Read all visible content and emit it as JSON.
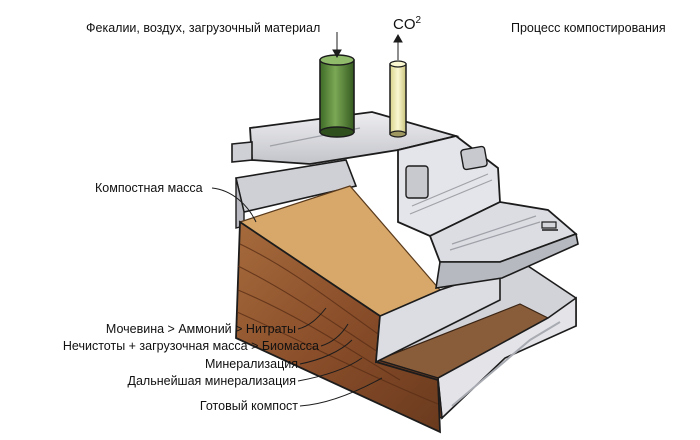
{
  "labels": {
    "input": "Фекалии, воздух, загрузочный материал",
    "co2_base": "CO",
    "co2_sup": "2",
    "process_title": "Процесс компостирования",
    "compost_mass": "Компостная масса",
    "urea": "Мочевина > Аммоний > Нитраты",
    "impurities": "Нечистоты + загрузочная масса > Биомасса",
    "mineralization": "Минерализация",
    "further_mineralization": "Дальнейшая минерализация",
    "finished_compost": "Готовый компост"
  },
  "colors": {
    "metal_light": "#e6e6ea",
    "metal_mid": "#c4c5cb",
    "metal_dark": "#8e9097",
    "outline": "#1c1c1c",
    "compost_top": "#d7a869",
    "compost_side_light": "#a3683a",
    "compost_side_dark": "#6d3a20",
    "finished_compost": "#8a5d3a",
    "input_pipe": "#5c8a3a",
    "co2_pipe": "#f1eeb0"
  }
}
